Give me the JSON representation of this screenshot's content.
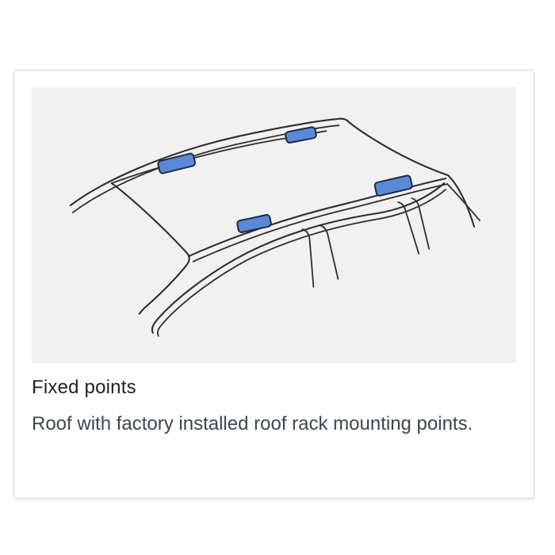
{
  "card": {
    "title": "Fixed points",
    "description": "Roof with factory installed roof rack mounting points.",
    "colors": {
      "border": "#d9d9d9",
      "title_text": "#1d2026",
      "description_text": "#3e4650"
    }
  },
  "illustration": {
    "icon": "car-roof-fixed-points-icon",
    "background": "#f1f1f2",
    "line_color": "#2e2e2e",
    "mount_points": {
      "count": 4,
      "fill": "#5b89d8",
      "stroke": "#1d2b3f"
    }
  }
}
